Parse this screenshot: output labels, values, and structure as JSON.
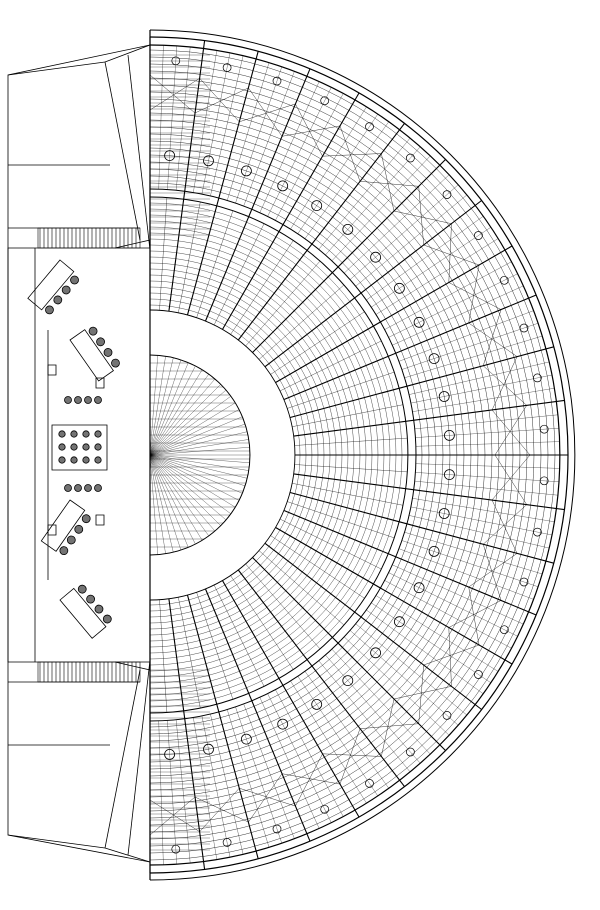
{
  "drawing": {
    "ink_color": "#000000",
    "paper_color": "#ffffff",
    "seating_hall": {
      "main_aisles": 24,
      "outer_ring_subdivisions": 96,
      "inner_ring_subdivisions": 48,
      "stage_edge_segments": 40
    },
    "stage_wing": {
      "props_groups": 6
    }
  }
}
